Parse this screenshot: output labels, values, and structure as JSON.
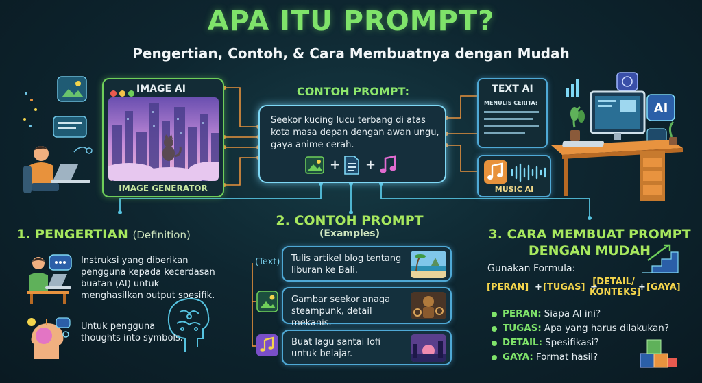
{
  "header": {
    "title": "APA ITU PROMPT?",
    "subtitle": "Pengertian, Contoh, & Cara Membuatnya dengan Mudah"
  },
  "image_ai": {
    "title": "IMAGE AI",
    "caption": "IMAGE GENERATOR"
  },
  "contoh": {
    "label": "CONTOH PROMPT:",
    "text": "Seekor kucing lucu terbang di atas kota masa depan dengan awan ungu, gaya anime cerah.",
    "plus": "+"
  },
  "text_ai": {
    "title": "TEXT AI",
    "subtitle": "MENULIS CERITA:"
  },
  "music_ai": {
    "title": "MUSIC AI"
  },
  "section1": {
    "title": "1. PENGERTIAN",
    "subtitle": "(Definition)",
    "desc": "Instruksi yang diberikan pengguna kepada kecerdasan buatan (AI) untuk menghasilkan output spesifik.",
    "desc2": "Untuk pengguna thoughts into symbols."
  },
  "section2": {
    "title": "2. CONTOH PROMPT",
    "subtitle": "(Examples)",
    "text_label": "(Text)",
    "examples": [
      {
        "text": "Tulis artikel blog tentang liburan ke Bali."
      },
      {
        "text": "Gambar seekor anaga steampunk, detail mekanis."
      },
      {
        "text": "Buat lagu santai lofi untuk belajar."
      }
    ]
  },
  "section3": {
    "title_line1": "3. CARA MEMBUAT PROMPT",
    "title_line2": "DENGAN MUDAH",
    "formula_label": "Gunakan Formula:",
    "formula": {
      "peran": "[PERAN]",
      "plus": "+",
      "tugas": "[TUGAS]",
      "detail1": "[DETAIL/",
      "detail2": "KONTEKS]",
      "gaya": "[GAYA]"
    },
    "tips": [
      {
        "key": "PERAN:",
        "text": "Siapa AI ini?"
      },
      {
        "key": "TUGAS:",
        "text": "Apa yang harus dilakukan?"
      },
      {
        "key": "DETAIL:",
        "text": "Spesifikasi?"
      },
      {
        "key": "GAYA:",
        "text": "Format hasil?"
      }
    ]
  },
  "icons": {
    "person_laptop": "person-laptop-icon",
    "image": "image-icon",
    "document": "document-icon",
    "music": "music-note-icon",
    "brain": "brain-icon",
    "stairs": "stairs-icon",
    "blocks": "blocks-icon",
    "desk": "desk-computer-icon",
    "ai_badge": "AI"
  },
  "colors": {
    "accent_green": "#7fe36a",
    "accent_cyan": "#7fd8f5",
    "accent_yellow": "#f3d44c",
    "connector": "#e8923c",
    "background": "#0e2630"
  }
}
